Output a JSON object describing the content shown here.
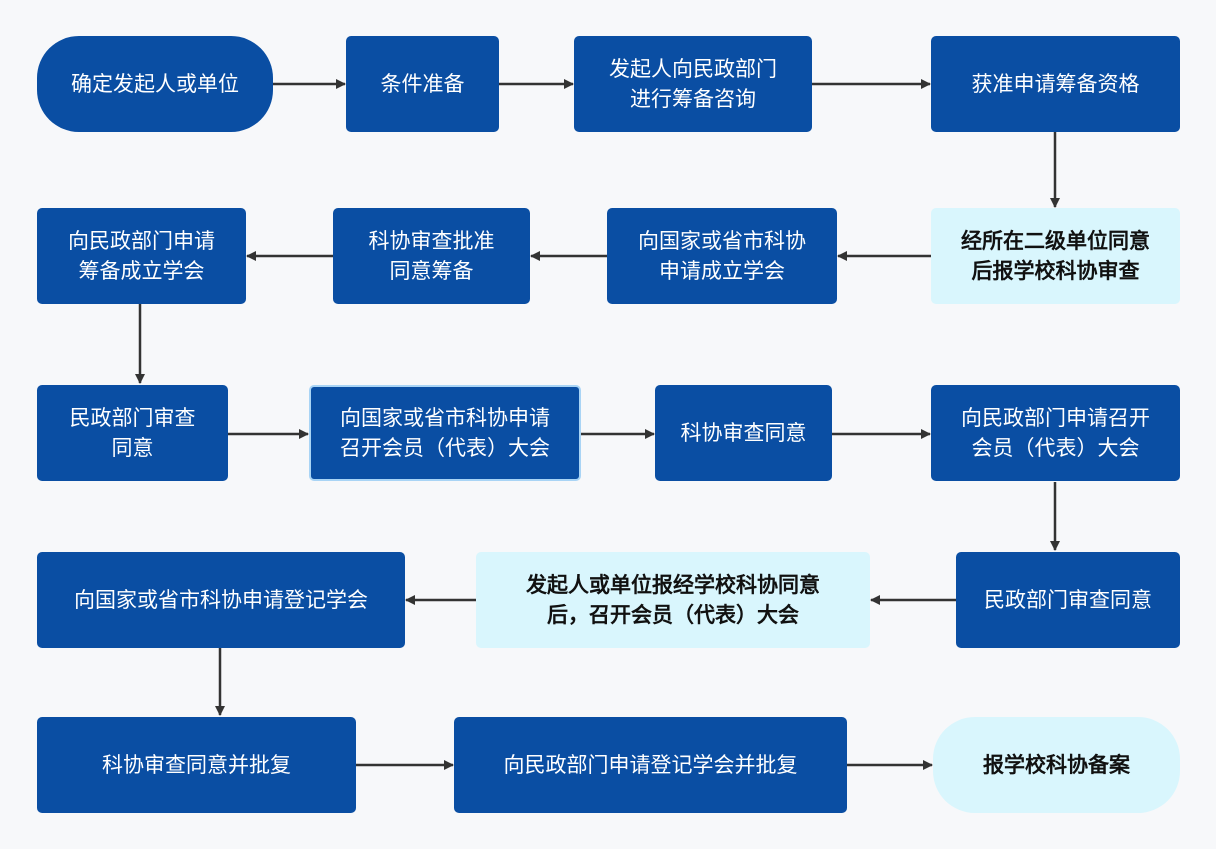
{
  "colors": {
    "box": "#0a4ea3",
    "highlight": "#d9f6fd",
    "arrow": "#333333",
    "text_light": "#ffffff",
    "text_dark": "#111111"
  },
  "nodes": [
    {
      "id": "n1",
      "label": "确定发起人或单位",
      "style": "dark"
    },
    {
      "id": "n2",
      "label": "条件准备",
      "style": "dark"
    },
    {
      "id": "n3",
      "label": "发起人向民政部门\n进行筹备咨询",
      "style": "dark"
    },
    {
      "id": "n4",
      "label": "获准申请筹备资格",
      "style": "dark"
    },
    {
      "id": "n5",
      "label": "经所在二级单位同意\n后报学校科协审查",
      "style": "light"
    },
    {
      "id": "n6",
      "label": "向国家或省市科协\n申请成立学会",
      "style": "dark"
    },
    {
      "id": "n7",
      "label": "科协审查批准\n同意筹备",
      "style": "dark"
    },
    {
      "id": "n8",
      "label": "向民政部门申请\n筹备成立学会",
      "style": "dark"
    },
    {
      "id": "n9",
      "label": "民政部门审查\n同意",
      "style": "dark"
    },
    {
      "id": "n10",
      "label": "向国家或省市科协申请\n召开会员（代表）大会",
      "style": "dark"
    },
    {
      "id": "n11",
      "label": "科协审查同意",
      "style": "dark"
    },
    {
      "id": "n12",
      "label": "向民政部门申请召开\n会员（代表）大会",
      "style": "dark"
    },
    {
      "id": "n13",
      "label": "民政部门审查同意",
      "style": "dark"
    },
    {
      "id": "n14",
      "label": "发起人或单位报经学校科协同意\n后，召开会员（代表）大会",
      "style": "light"
    },
    {
      "id": "n15",
      "label": "向国家或省市科协申请登记学会",
      "style": "dark"
    },
    {
      "id": "n16",
      "label": "科协审查同意并批复",
      "style": "dark"
    },
    {
      "id": "n17",
      "label": "向民政部门申请登记学会并批复",
      "style": "dark"
    },
    {
      "id": "n18",
      "label": "报学校科协备案",
      "style": "light"
    }
  ]
}
